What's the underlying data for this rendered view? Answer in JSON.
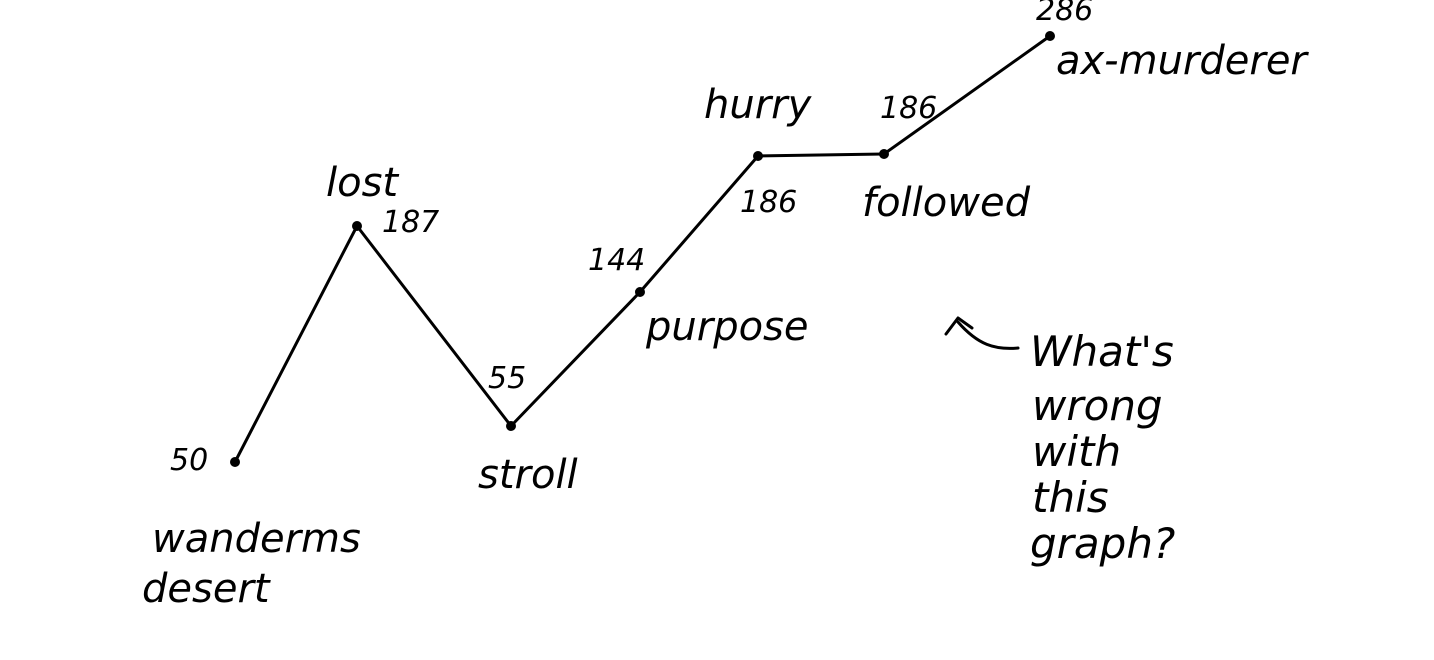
{
  "chart_data": {
    "type": "line",
    "title": "",
    "xlabel": "",
    "ylabel": "",
    "points": [
      {
        "label_lines": [
          "wanderms",
          "desert"
        ],
        "value": "50"
      },
      {
        "label_lines": [
          "lost"
        ],
        "value": "187"
      },
      {
        "label_lines": [
          "stroll"
        ],
        "value": "55"
      },
      {
        "label_lines": [
          "purpose"
        ],
        "value": "144"
      },
      {
        "label_lines": [
          "hurry"
        ],
        "value": "186"
      },
      {
        "label_lines": [
          "followed"
        ],
        "value": "186"
      },
      {
        "label_lines": [
          "ax-murderer"
        ],
        "value": "286"
      }
    ],
    "annotation": {
      "lines": [
        "What's",
        "wrong",
        "with",
        "this",
        "graph?"
      ]
    },
    "ink_color": "#000000"
  }
}
